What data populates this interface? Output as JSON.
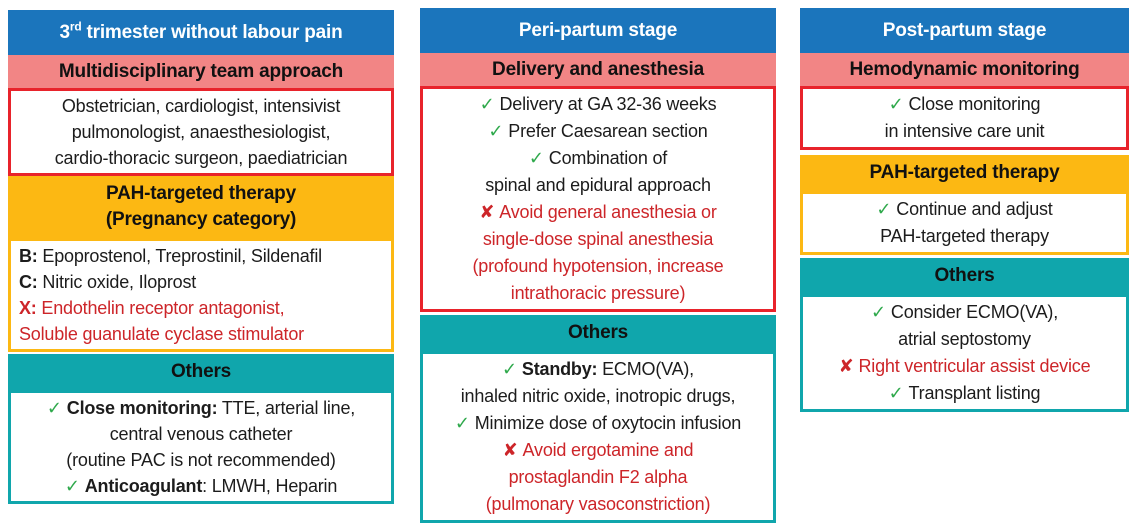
{
  "icons": {
    "check": "✓",
    "cross": "✘"
  },
  "colors": {
    "blue": "#1b75bc",
    "pink": "#f28585",
    "yellow": "#fcb813",
    "teal": "#10a6ac",
    "red_border": "#e8232b",
    "red_text": "#cd2529",
    "green": "#2fa94c"
  },
  "columns": [
    {
      "title_num": "3",
      "title_sup": "rd",
      "title_rest": " trimester without labour pain",
      "sections": [
        {
          "heading": "Multidisciplinary team approach",
          "lines": [
            {
              "parts": [
                {
                  "t": "Obstetrician, cardiologist, intensivist"
                }
              ]
            },
            {
              "parts": [
                {
                  "t": "pulmonologist, anaesthesiologist,"
                }
              ]
            },
            {
              "parts": [
                {
                  "t": "cardio-thoracic surgeon, paediatrician"
                }
              ]
            }
          ]
        },
        {
          "heading_line1": "PAH-targeted therapy",
          "heading_line2": "(Pregnancy category)",
          "lines": [
            {
              "parts": [
                {
                  "t": "B:",
                  "b": true
                },
                {
                  "t": " Epoprostenol, Treprostinil, Sildenafil"
                }
              ]
            },
            {
              "parts": [
                {
                  "t": "C:",
                  "b": true
                },
                {
                  "t": " Nitric oxide, Iloprost"
                }
              ]
            },
            {
              "red": true,
              "parts": [
                {
                  "t": "X:",
                  "b": true
                },
                {
                  "t": " Endothelin receptor antagonist,"
                }
              ]
            },
            {
              "red": true,
              "parts": [
                {
                  "t": "Soluble guanulate cyclase stimulator"
                }
              ]
            }
          ]
        },
        {
          "heading": "Others",
          "lines": [
            {
              "icon": "check",
              "parts": [
                {
                  "t": "Close monitoring:",
                  "b": true
                },
                {
                  "t": " TTE, arterial line,"
                }
              ]
            },
            {
              "parts": [
                {
                  "t": "central venous catheter"
                }
              ]
            },
            {
              "parts": [
                {
                  "t": "(routine PAC is not recommended)"
                }
              ]
            },
            {
              "icon": "check",
              "parts": [
                {
                  "t": "Anticoagulant",
                  "b": true
                },
                {
                  "t": ": LMWH, Heparin"
                }
              ]
            }
          ]
        }
      ]
    },
    {
      "title": "Peri-partum stage",
      "sections": [
        {
          "heading": "Delivery and anesthesia",
          "lines": [
            {
              "icon": "check",
              "parts": [
                {
                  "t": "Delivery at GA 32-36 weeks"
                }
              ]
            },
            {
              "icon": "check",
              "parts": [
                {
                  "t": "Prefer Caesarean section"
                }
              ]
            },
            {
              "icon": "check",
              "parts": [
                {
                  "t": "Combination of"
                }
              ]
            },
            {
              "parts": [
                {
                  "t": "spinal and epidural approach"
                }
              ]
            },
            {
              "red": true,
              "icon": "cross",
              "parts": [
                {
                  "t": "Avoid general anesthesia or"
                }
              ]
            },
            {
              "red": true,
              "parts": [
                {
                  "t": "single-dose spinal anesthesia"
                }
              ]
            },
            {
              "red": true,
              "parts": [
                {
                  "t": "(profound hypotension, increase"
                }
              ]
            },
            {
              "red": true,
              "parts": [
                {
                  "t": "intrathoracic pressure)"
                }
              ]
            }
          ]
        },
        {
          "heading": "Others",
          "lines": [
            {
              "icon": "check",
              "parts": [
                {
                  "t": "Standby:",
                  "b": true
                },
                {
                  "t": " ECMO(VA),"
                }
              ]
            },
            {
              "parts": [
                {
                  "t": "inhaled nitric oxide, inotropic drugs,"
                }
              ]
            },
            {
              "icon": "check",
              "parts": [
                {
                  "t": "Minimize dose of oxytocin infusion"
                }
              ]
            },
            {
              "red": true,
              "icon": "cross",
              "parts": [
                {
                  "t": "Avoid ergotamine and"
                }
              ]
            },
            {
              "red": true,
              "parts": [
                {
                  "t": "prostaglandin F2 alpha"
                }
              ]
            },
            {
              "red": true,
              "parts": [
                {
                  "t": "(pulmonary vasoconstriction)"
                }
              ]
            }
          ]
        }
      ]
    },
    {
      "title": "Post-partum stage",
      "sections": [
        {
          "heading": "Hemodynamic monitoring",
          "lines": [
            {
              "icon": "check",
              "parts": [
                {
                  "t": "Close monitoring"
                }
              ]
            },
            {
              "parts": [
                {
                  "t": "in intensive care unit"
                }
              ]
            }
          ]
        },
        {
          "heading": "PAH-targeted therapy",
          "lines": [
            {
              "icon": "check",
              "parts": [
                {
                  "t": "Continue and adjust"
                }
              ]
            },
            {
              "parts": [
                {
                  "t": "PAH-targeted therapy"
                }
              ]
            }
          ]
        },
        {
          "heading": "Others",
          "lines": [
            {
              "icon": "check",
              "parts": [
                {
                  "t": "Consider ECMO(VA),"
                }
              ]
            },
            {
              "parts": [
                {
                  "t": "atrial septostomy"
                }
              ]
            },
            {
              "red": true,
              "icon": "cross",
              "parts": [
                {
                  "t": "Right ventricular assist device"
                }
              ]
            },
            {
              "icon": "check",
              "parts": [
                {
                  "t": "Transplant listing"
                }
              ]
            }
          ]
        }
      ]
    }
  ]
}
